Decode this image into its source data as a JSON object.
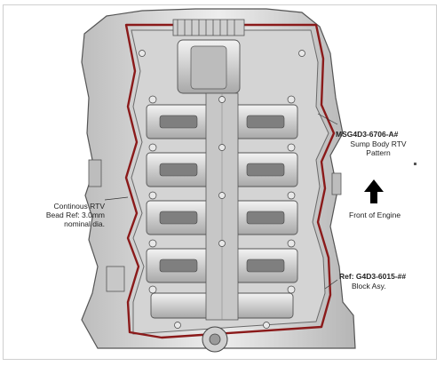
{
  "figure": {
    "annotations": {
      "sump_part": "MSG4D3-6706-A#",
      "sump_desc_1": "Sump Body RTV",
      "sump_desc_2": "Pattern",
      "bead_1": "Continous RTV",
      "bead_2": "Bead Ref: 3.0mm",
      "bead_3": "nominal dia.",
      "front": "Front of Engine",
      "block_ref": "Ref: G4D3-6015-##",
      "block_desc": "Block Asy."
    },
    "colors": {
      "rtv_bead": "#8b1a1a",
      "casting": "#d9d9d9",
      "casting_dark": "#9a9a9a",
      "arrow": "#000000"
    }
  }
}
